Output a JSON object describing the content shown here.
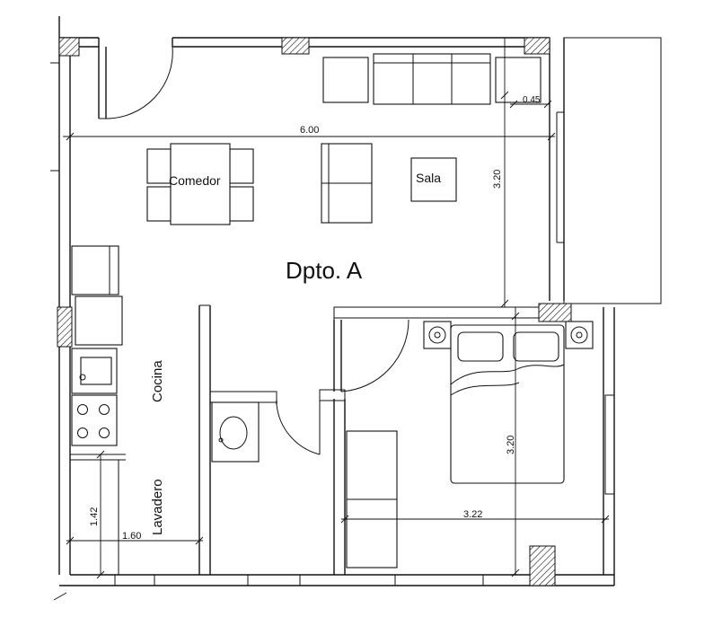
{
  "plan": {
    "title": "Dpto. A",
    "rooms": {
      "comedor": "Comedor",
      "sala": "Sala",
      "cocina": "Cocina",
      "lavadero": "Lavadero"
    },
    "dimensions": {
      "living_width": "6.00",
      "living_depth": "3.20",
      "window_offset": "0.45",
      "bedroom_depth": "3.20",
      "bedroom_width": "3.22",
      "laundry_depth": "1.42",
      "laundry_width": "1.60"
    }
  }
}
